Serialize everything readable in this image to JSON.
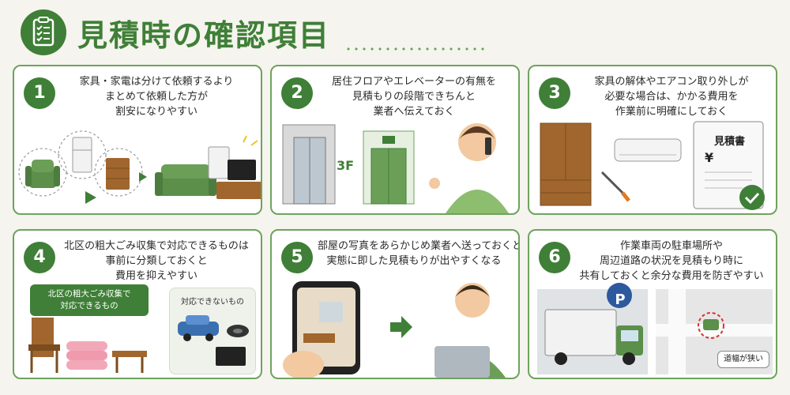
{
  "title": "見積時の確認項目",
  "cards": [
    {
      "num": "1",
      "lines": [
        "家具・家電は分けて依頼するより",
        "まとめて依頼した方が",
        "割安になりやすい"
      ]
    },
    {
      "num": "2",
      "lines": [
        "居住フロアやエレベーターの有無を",
        "見積もりの段階できちんと",
        "業者へ伝えておく"
      ],
      "floor_label": "3F"
    },
    {
      "num": "3",
      "lines": [
        "家具の解体やエアコン取り外しが",
        "必要な場合は、かかる費用を",
        "作業前に明確にしておく"
      ],
      "doc_label": "見積書",
      "yen": "¥"
    },
    {
      "num": "4",
      "lines": [
        "北区の粗大ごみ収集で対応できるものは",
        "事前に分類しておくと",
        "費用を抑えやすい"
      ],
      "ok_lines": [
        "北区の粗大ごみ収集で",
        "対応できるもの"
      ],
      "ng_label": "対応できないもの"
    },
    {
      "num": "5",
      "lines": [
        "部屋の写真をあらかじめ業者へ送っておくと",
        "実態に即した見積もりが出やすくなる"
      ]
    },
    {
      "num": "6",
      "lines": [
        "作業車両の駐車場所や",
        "周辺道路の状況を見積もり時に",
        "共有しておくと余分な費用を防ぎやすい"
      ],
      "parking": "P",
      "road_label": "道幅が狭い"
    }
  ],
  "colors": {
    "accent": "#3f7f37",
    "border": "#6ea35e",
    "furniture_green": "#5b8f4a",
    "wood": "#a0662d"
  }
}
